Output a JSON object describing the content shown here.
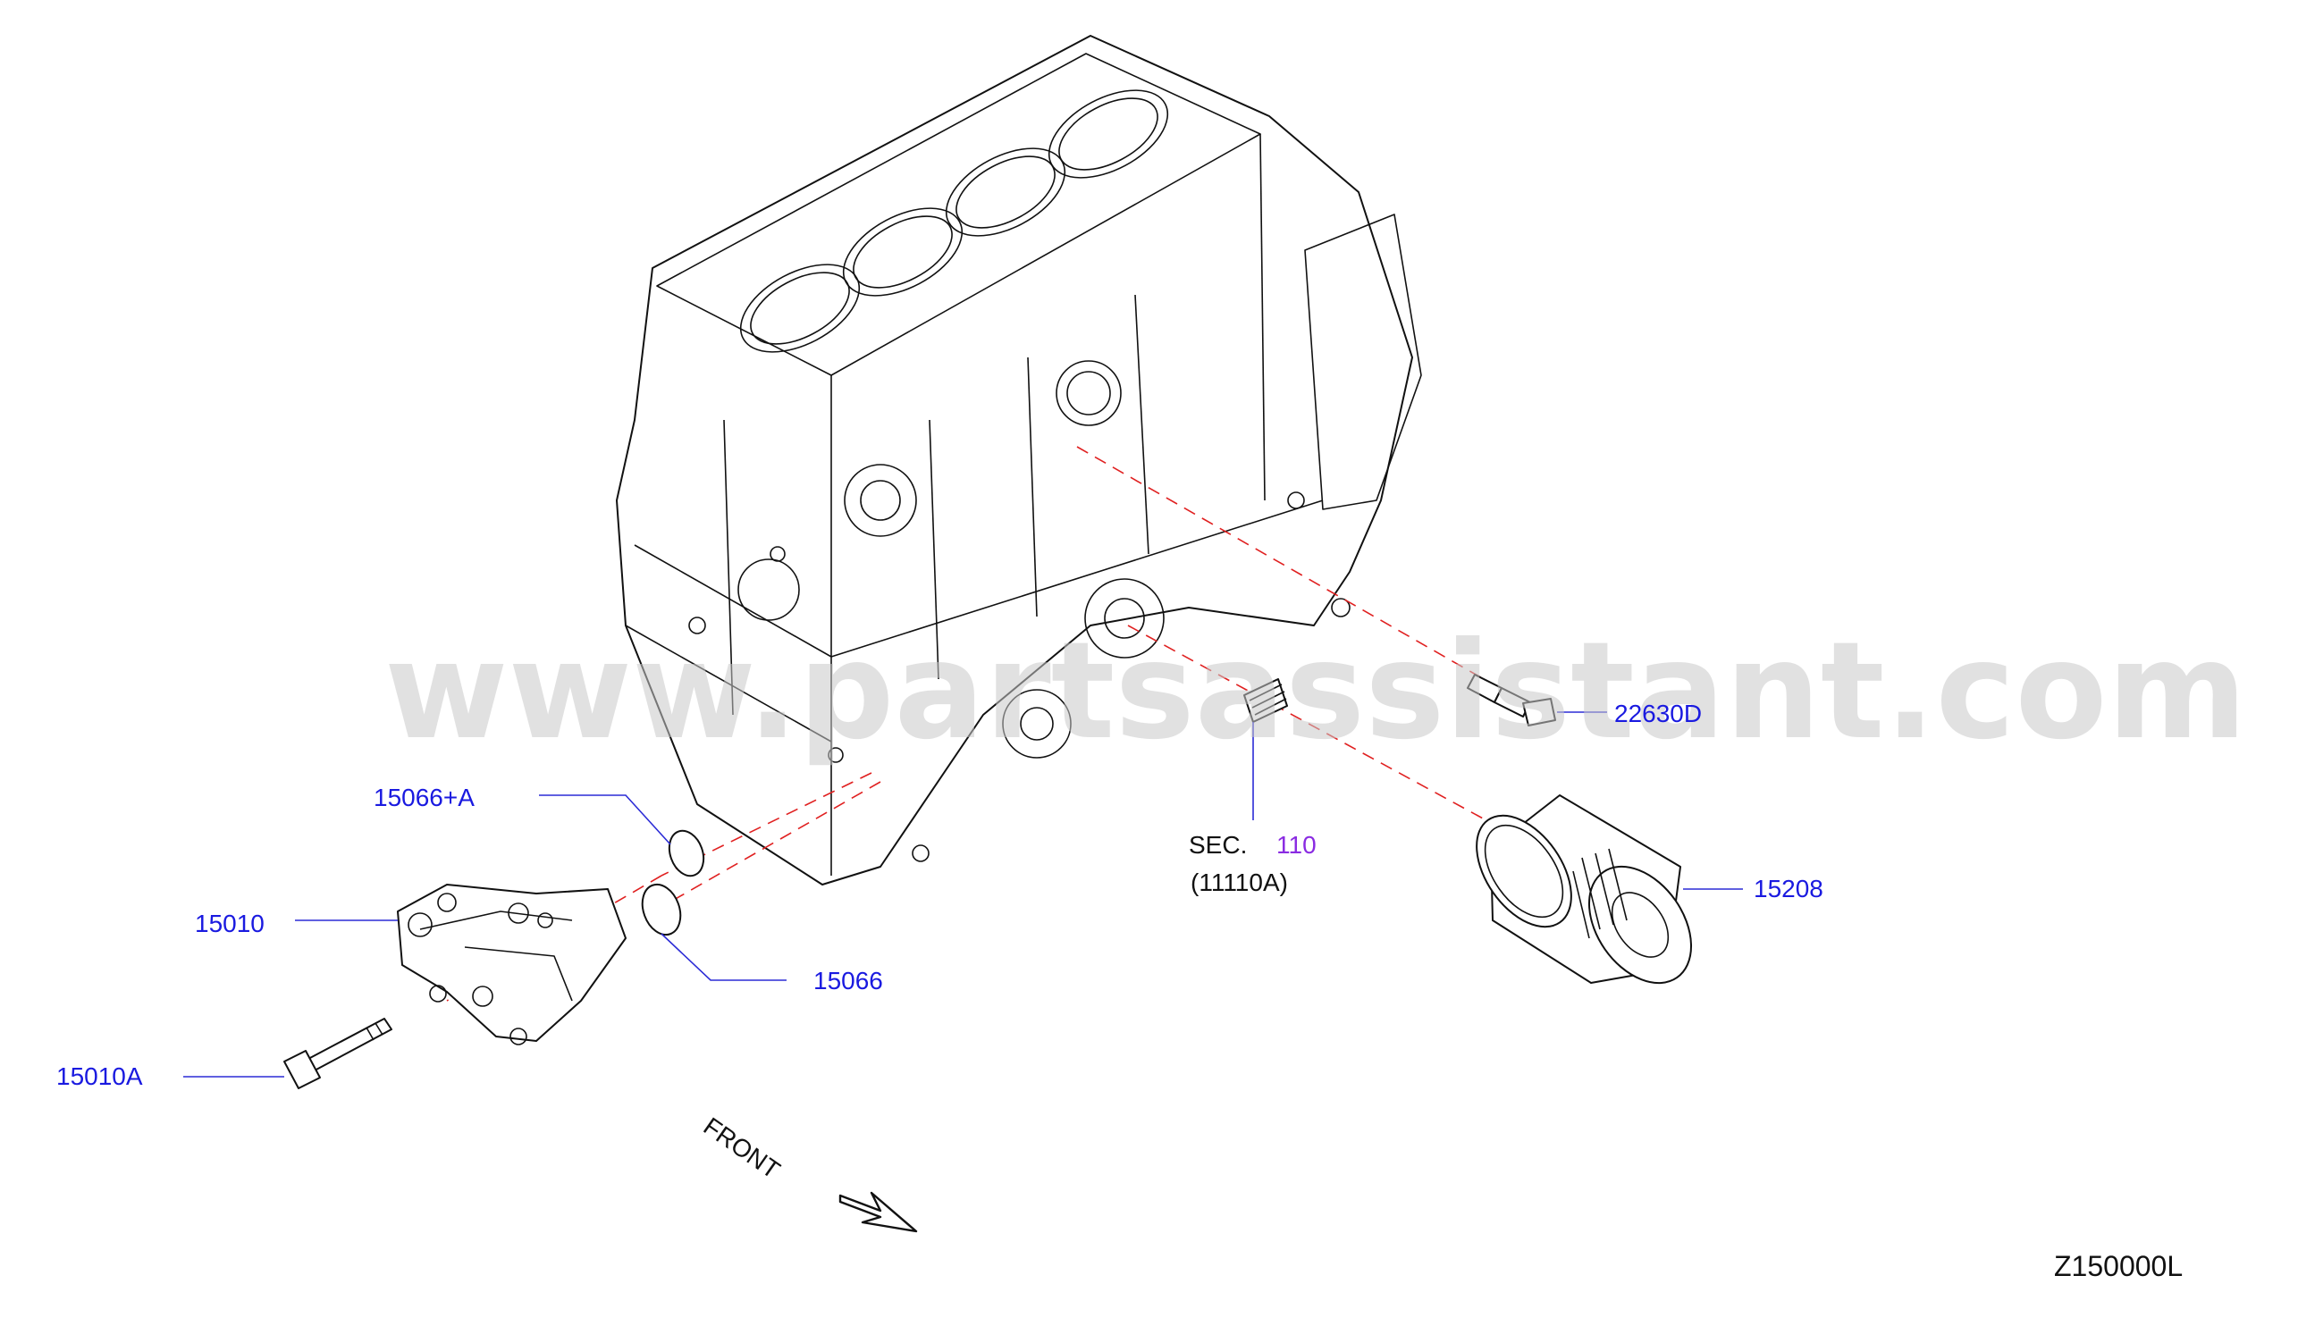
{
  "labels": {
    "gasket_a": "15066+A",
    "oil_pump": "15010",
    "gasket": "15066",
    "bolt": "15010A",
    "sensor": "22630D",
    "filter": "15208",
    "sec_prefix": "SEC.",
    "sec_number": "110",
    "sec_ref": "(11110A)",
    "front": "FRONT",
    "diagram_code": "Z150000L",
    "watermark": "www.partsassistant.com"
  },
  "colors": {
    "part_label": "#1a1ae0",
    "section_link": "#8a2be2",
    "hidden_line": "#e02020",
    "ink": "#111111"
  }
}
